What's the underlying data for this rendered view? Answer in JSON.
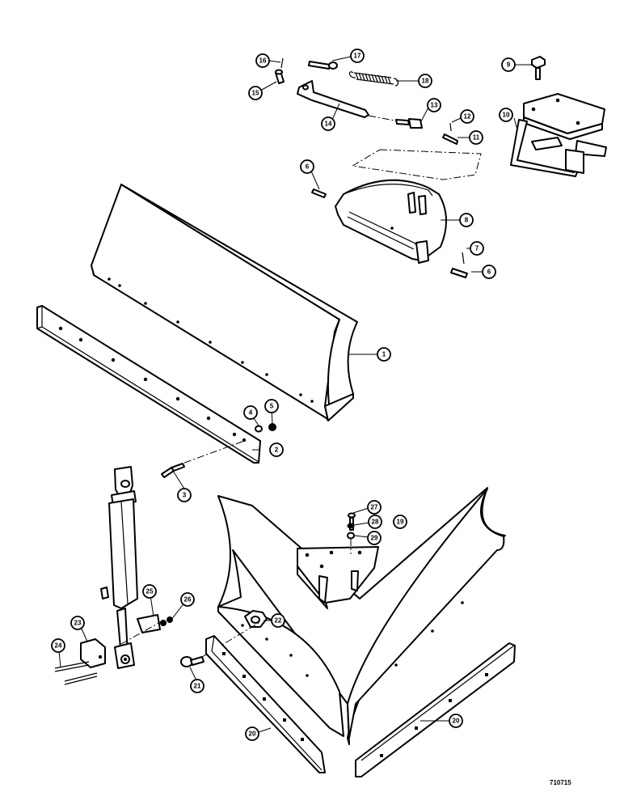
{
  "drawing_code": "710715",
  "callouts": [
    {
      "key": "c1",
      "label": "1"
    },
    {
      "key": "c2",
      "label": "2"
    },
    {
      "key": "c3",
      "label": "3"
    },
    {
      "key": "c4",
      "label": "4"
    },
    {
      "key": "c5",
      "label": "5"
    },
    {
      "key": "c6a",
      "label": "6"
    },
    {
      "key": "c6b",
      "label": "6"
    },
    {
      "key": "c7",
      "label": "7"
    },
    {
      "key": "c8",
      "label": "8"
    },
    {
      "key": "c9",
      "label": "9"
    },
    {
      "key": "c10",
      "label": "10"
    },
    {
      "key": "c11",
      "label": "11"
    },
    {
      "key": "c12",
      "label": "12"
    },
    {
      "key": "c13",
      "label": "13"
    },
    {
      "key": "c14",
      "label": "14"
    },
    {
      "key": "c15",
      "label": "15"
    },
    {
      "key": "c16",
      "label": "16"
    },
    {
      "key": "c17",
      "label": "17"
    },
    {
      "key": "c18",
      "label": "18"
    },
    {
      "key": "c19",
      "label": "19"
    },
    {
      "key": "c20a",
      "label": "20"
    },
    {
      "key": "c20b",
      "label": "20"
    },
    {
      "key": "c21",
      "label": "21"
    },
    {
      "key": "c22",
      "label": "22"
    },
    {
      "key": "c23",
      "label": "23"
    },
    {
      "key": "c24",
      "label": "24"
    },
    {
      "key": "c25",
      "label": "25"
    },
    {
      "key": "c26",
      "label": "26"
    },
    {
      "key": "c27",
      "label": "27"
    },
    {
      "key": "c28",
      "label": "28"
    },
    {
      "key": "c29",
      "label": "29"
    }
  ]
}
